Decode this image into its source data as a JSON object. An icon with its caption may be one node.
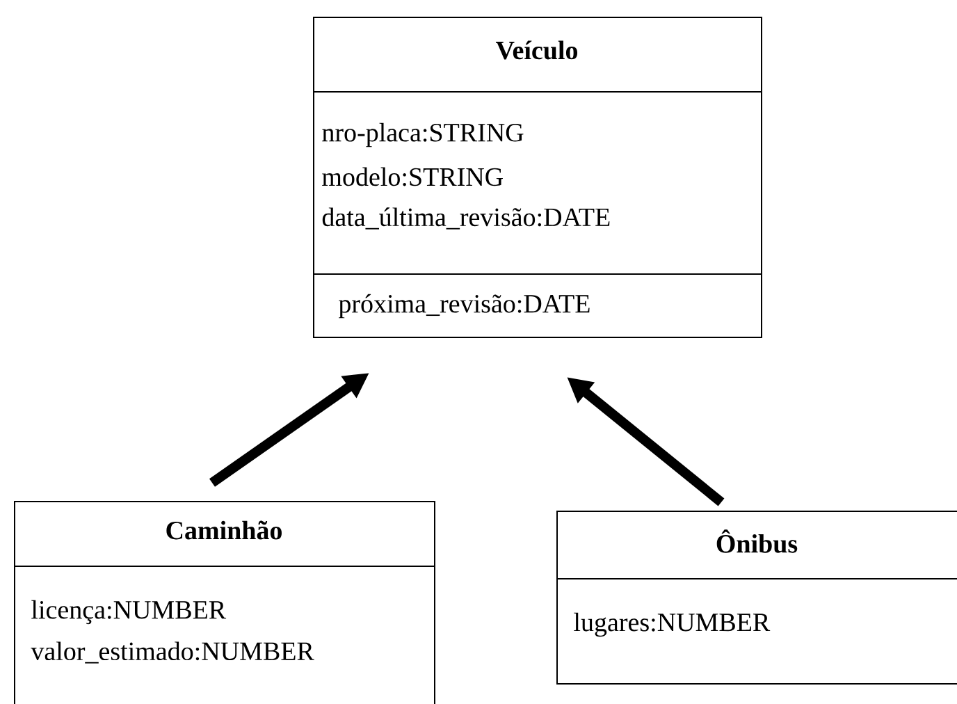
{
  "diagram": {
    "nodes": [
      {
        "text": [
          "Veículo",
          "nro-placa:STRING",
          "modelo:STRING",
          "data_última_revisão:DATE",
          "próxima_revisão:DATE"
        ]
      },
      {
        "text": [
          "Caminhão",
          "licença:NUMBER",
          "valor_estimado:NUMBER"
        ]
      },
      {
        "text": [
          "Ônibus",
          "lugares:NUMBER"
        ]
      }
    ],
    "edges": [
      {
        "from": 1,
        "to": 0,
        "arrow": "to"
      },
      {
        "from": 2,
        "to": 0,
        "arrow": "to"
      }
    ]
  }
}
